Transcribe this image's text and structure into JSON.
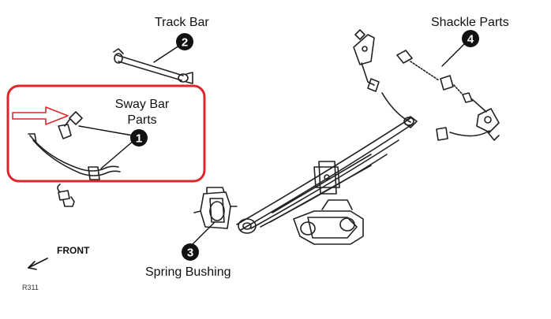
{
  "labels": {
    "track_bar": "Track Bar",
    "shackle_parts": "Shackle Parts",
    "sway_bar_line1": "Sway Bar",
    "sway_bar_line2": "Parts",
    "spring_bushing": "Spring Bushing",
    "front": "FRONT",
    "figure_code": "R311"
  },
  "callouts": {
    "sway_bar": "1",
    "track_bar": "2",
    "spring_bushing": "3",
    "shackle_parts": "4"
  },
  "colors": {
    "highlight_box": "#e0262d",
    "arrow_outline": "#e0262d",
    "line_art": "#222222",
    "badge_fill": "#111111"
  }
}
